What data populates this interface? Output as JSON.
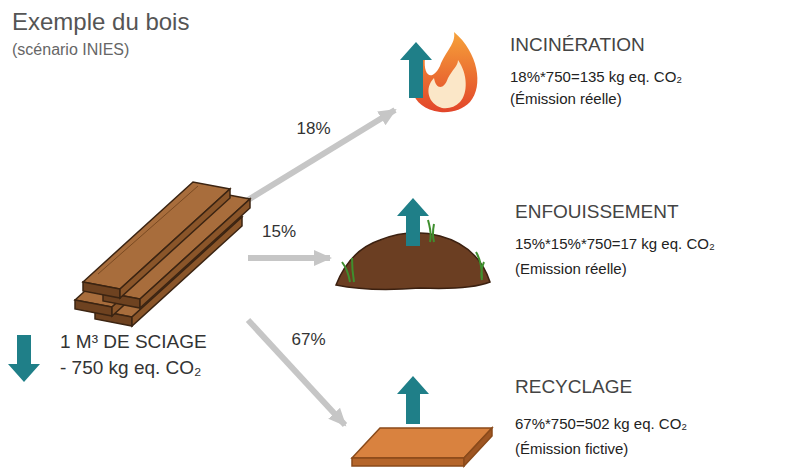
{
  "diagram": {
    "title": "Exemple du bois",
    "nodes": [
      {
        "text": [
          "1 M³ DE SCIAGE",
          "- 750 kg eq. CO₂"
        ]
      },
      {
        "text": [
          "INCINÉRATION",
          "18%*750=135 kg eq. CO₂",
          "(Émission réelle)"
        ]
      },
      {
        "text": [
          "ENFOUISSEMENT",
          "15%*15%*750=17 kg eq. CO₂",
          "(Emission réelle)"
        ]
      },
      {
        "text": [
          "RECYCLAGE",
          "67%*750=502 kg eq. CO₂",
          "(Émission fictive)"
        ]
      }
    ],
    "edges": [
      {
        "from": 0,
        "to": 1,
        "label": "18%",
        "arrow": "to"
      },
      {
        "from": 0,
        "to": 2,
        "label": "15%",
        "arrow": "to"
      },
      {
        "from": 0,
        "to": 3,
        "label": "67%",
        "arrow": "to"
      }
    ],
    "labels": [
      "(scénario INIES)"
    ]
  }
}
